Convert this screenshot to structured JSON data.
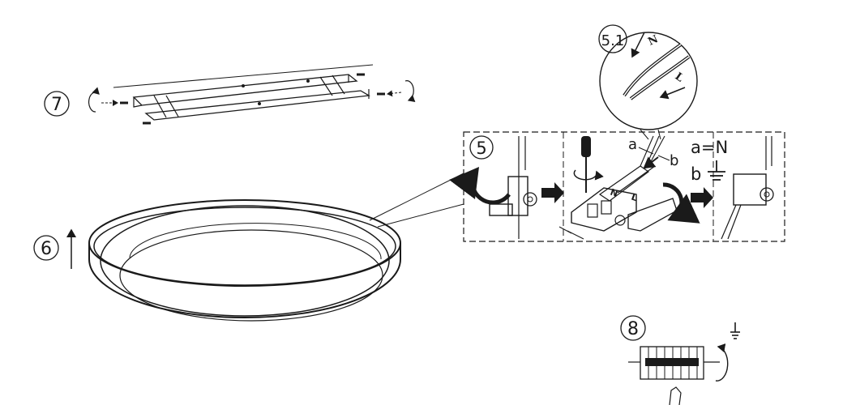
{
  "steps": {
    "s5": "5",
    "s51": "5.1",
    "s6": "6",
    "s7": "7",
    "s8": "8"
  },
  "wire_letters": {
    "n": "N",
    "l": "L"
  },
  "wire_labels": {
    "a": "a",
    "b": "b"
  },
  "legend": {
    "line1": "a=N",
    "line2": "b"
  },
  "colors": {
    "ink": "#1a1a1a",
    "background": "#ffffff"
  }
}
